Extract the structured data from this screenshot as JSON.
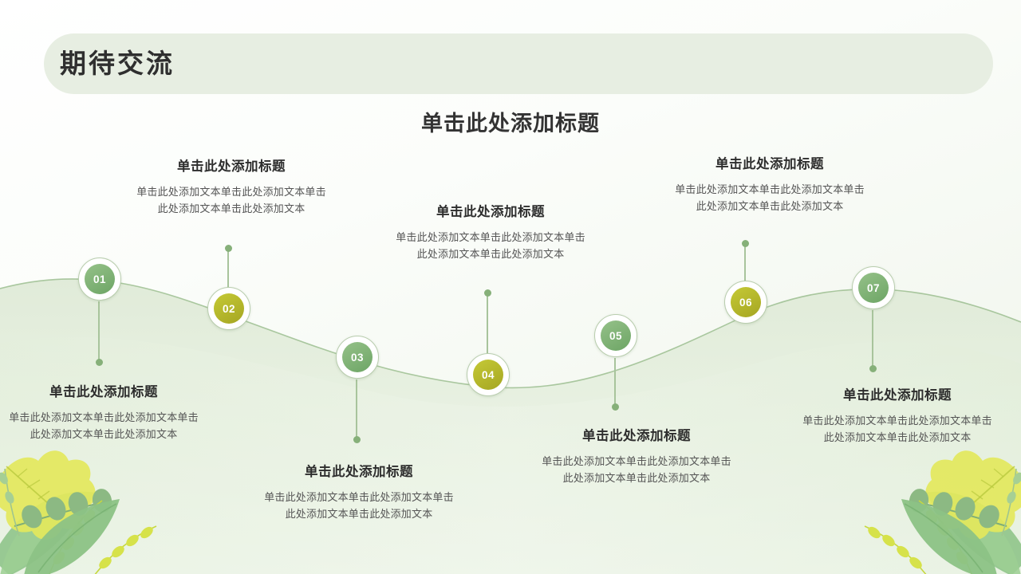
{
  "slide": {
    "banner_title": "期待交流",
    "main_title": "单击此处添加标题",
    "background_color": "#f4f8f1",
    "banner_color": "#e7eee2",
    "accent_green": "#6da565",
    "accent_olive": "#a5a622"
  },
  "timeline": {
    "items": [
      {
        "number": "01",
        "title": "单击此处添加标题",
        "body": "单击此处添加文本单击此处添加文本单击此处添加文本单击此处添加文本",
        "position": "below"
      },
      {
        "number": "02",
        "title": "单击此处添加标题",
        "body": "单击此处添加文本单击此处添加文本单击此处添加文本单击此处添加文本",
        "position": "above"
      },
      {
        "number": "03",
        "title": "单击此处添加标题",
        "body": "单击此处添加文本单击此处添加文本单击此处添加文本单击此处添加文本",
        "position": "below"
      },
      {
        "number": "04",
        "title": "单击此处添加标题",
        "body": "单击此处添加文本单击此处添加文本单击此处添加文本单击此处添加文本",
        "position": "above"
      },
      {
        "number": "05",
        "title": "单击此处添加标题",
        "body": "单击此处添加文本单击此处添加文本单击此处添加文本单击此处添加文本",
        "position": "below"
      },
      {
        "number": "06",
        "title": "单击此处添加标题",
        "body": "单击此处添加文本单击此处添加文本单击此处添加文本单击此处添加文本",
        "position": "above"
      },
      {
        "number": "07",
        "title": "单击此处添加标题",
        "body": "单击此处添加文本单击此处添加文本单击此处添加文本单击此处添加文本",
        "position": "below"
      }
    ]
  },
  "decorations": {
    "bottom_left": "leaf-cluster",
    "bottom_right": "leaf-cluster"
  }
}
